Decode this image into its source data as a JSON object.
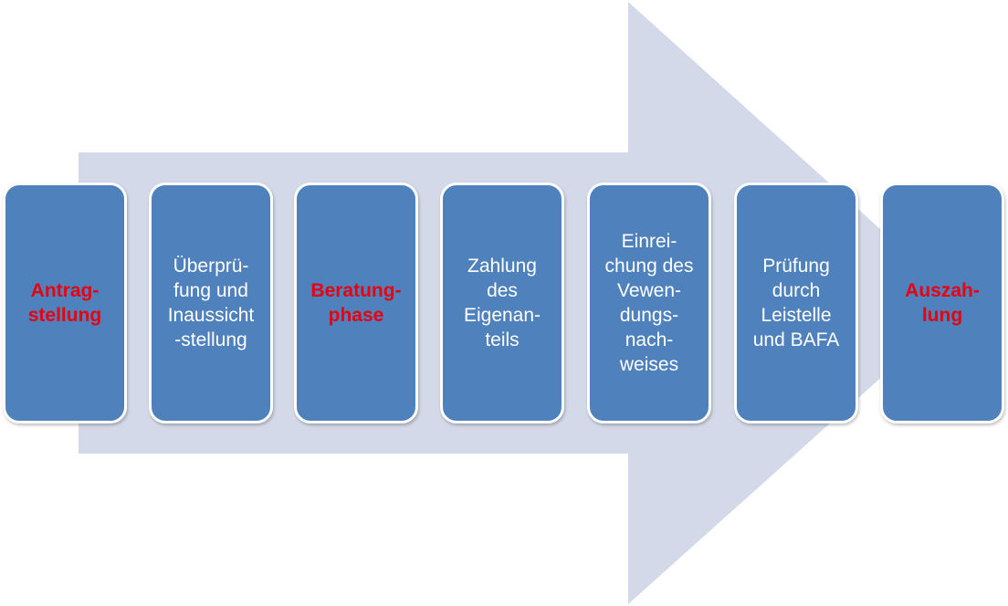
{
  "colors": {
    "arrow": "#d3d9e8",
    "box_fill": "#4f81bd",
    "box_border": "#ffffff",
    "label_normal": "#ffffff",
    "label_highlight": "#e8000d"
  },
  "process": {
    "background_arrow_icon": "right-arrow",
    "steps": [
      {
        "label": "Antrag-\nstellung",
        "highlight": true
      },
      {
        "label": "Überprü-\nfung  und\nInaussicht\n-stellung",
        "highlight": false
      },
      {
        "label": "Beratung-\nphase",
        "highlight": true
      },
      {
        "label": "Zahlung\ndes\nEigenan-\nteils",
        "highlight": false
      },
      {
        "label": "Einrei-\nchung des\nVewen-\ndungs-\nnach-\nweises",
        "highlight": false
      },
      {
        "label": "Prüfung\ndurch\nLeistelle\nund BAFA",
        "highlight": false
      },
      {
        "label": "Auszah-\nlung",
        "highlight": true
      }
    ]
  }
}
